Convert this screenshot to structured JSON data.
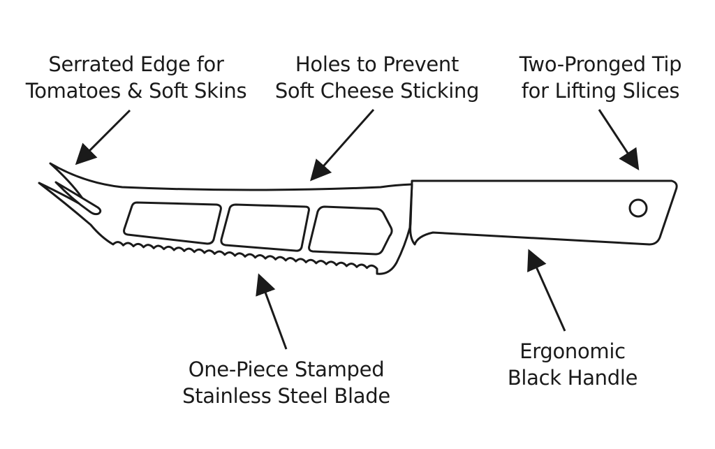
{
  "labels": {
    "serrated": {
      "line1": "Serrated Edge for",
      "line2": "Tomatoes & Soft Skins"
    },
    "holes": {
      "line1": "Holes to Prevent",
      "line2": "Soft Cheese Sticking"
    },
    "tip": {
      "line1": "Two-Pronged Tip",
      "line2": "for Lifting Slices"
    },
    "blade": {
      "line1": "One-Piece Stamped",
      "line2": "Stainless Steel Blade"
    },
    "handle": {
      "line1": "Ergonomic",
      "line2": "Black Handle"
    }
  },
  "colors": {
    "stroke": "#1a1a1a",
    "background": "#ffffff"
  }
}
